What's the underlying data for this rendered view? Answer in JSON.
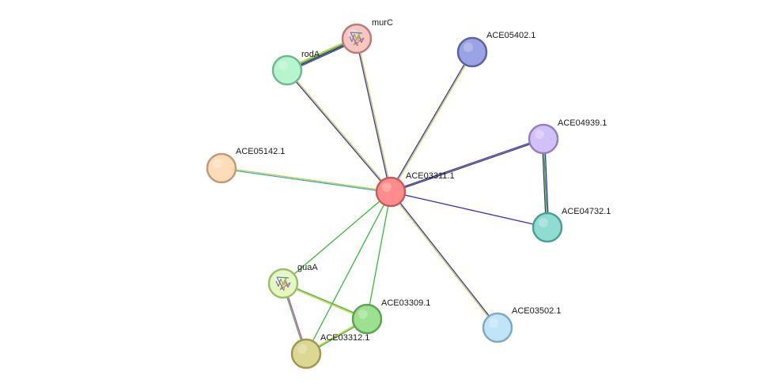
{
  "network": {
    "nodes": [
      {
        "id": "ACE03311.1",
        "label": "ACE03311.1",
        "fill": "#ff8c8c",
        "stroke": "#c45c5c",
        "icon": ""
      },
      {
        "id": "murC",
        "label": "murC",
        "fill": "#f6c7c1",
        "stroke": "#b97c76",
        "icon": "protein-structure-icon"
      },
      {
        "id": "rodA",
        "label": "rodA",
        "fill": "#b6f5cd",
        "stroke": "#6fb98f",
        "icon": ""
      },
      {
        "id": "ACE05402.1",
        "label": "ACE05402.1",
        "fill": "#9aa3e3",
        "stroke": "#5b63a6",
        "icon": ""
      },
      {
        "id": "ACE04939.1",
        "label": "ACE04939.1",
        "fill": "#d3c0f7",
        "stroke": "#9480bc",
        "icon": ""
      },
      {
        "id": "ACE04732.1",
        "label": "ACE04732.1",
        "fill": "#8fdcd3",
        "stroke": "#4f9e95",
        "icon": ""
      },
      {
        "id": "ACE05142.1",
        "label": "ACE05142.1",
        "fill": "#fddcb9",
        "stroke": "#bf9c78",
        "icon": ""
      },
      {
        "id": "guaA",
        "label": "guaA",
        "fill": "#e4f8c0",
        "stroke": "#9bbd6c",
        "icon": "protein-structure-icon"
      },
      {
        "id": "ACE03309.1",
        "label": "ACE03309.1",
        "fill": "#9de08f",
        "stroke": "#5fa252",
        "icon": ""
      },
      {
        "id": "ACE03312.1",
        "label": "ACE03312.1",
        "fill": "#dcd792",
        "stroke": "#9e9850",
        "icon": ""
      },
      {
        "id": "ACE03502.1",
        "label": "ACE03502.1",
        "fill": "#c0e4f8",
        "stroke": "#80a9c2",
        "icon": ""
      }
    ],
    "edges": [
      {
        "source": "ACE03311.1",
        "target": "murC",
        "colors": [
          "#3333cc",
          "#cccc33"
        ]
      },
      {
        "source": "ACE03311.1",
        "target": "rodA",
        "colors": [
          "#3333cc",
          "#cccc33"
        ]
      },
      {
        "source": "murC",
        "target": "rodA",
        "colors": [
          "#3333cc",
          "#222222",
          "#33aa33",
          "#cccc33"
        ]
      },
      {
        "source": "ACE03311.1",
        "target": "ACE05402.1",
        "colors": [
          "#3333cc",
          "#cccc33"
        ]
      },
      {
        "source": "ACE03311.1",
        "target": "ACE04939.1",
        "colors": [
          "#3333cc",
          "#444444"
        ]
      },
      {
        "source": "ACE04939.1",
        "target": "ACE04732.1",
        "colors": [
          "#3333cc",
          "#33aa33",
          "#444444"
        ]
      },
      {
        "source": "ACE03311.1",
        "target": "ACE04732.1",
        "colors": [
          "#3333cc"
        ]
      },
      {
        "source": "ACE03311.1",
        "target": "ACE05142.1",
        "colors": [
          "#33aacc",
          "#cccc33"
        ]
      },
      {
        "source": "ACE03311.1",
        "target": "guaA",
        "colors": [
          "#33bb33"
        ]
      },
      {
        "source": "ACE03311.1",
        "target": "ACE03309.1",
        "colors": [
          "#33bb33"
        ]
      },
      {
        "source": "ACE03311.1",
        "target": "ACE03312.1",
        "colors": [
          "#33bb33"
        ]
      },
      {
        "source": "ACE03311.1",
        "target": "ACE03502.1",
        "colors": [
          "#3333cc",
          "#cccc33"
        ]
      },
      {
        "source": "guaA",
        "target": "ACE03309.1",
        "colors": [
          "#33bb33",
          "#cccc33"
        ]
      },
      {
        "source": "guaA",
        "target": "ACE03312.1",
        "colors": [
          "#cc33cc",
          "#33bb33"
        ]
      },
      {
        "source": "ACE03309.1",
        "target": "ACE03312.1",
        "colors": [
          "#33bb33",
          "#cccc33"
        ]
      }
    ]
  }
}
